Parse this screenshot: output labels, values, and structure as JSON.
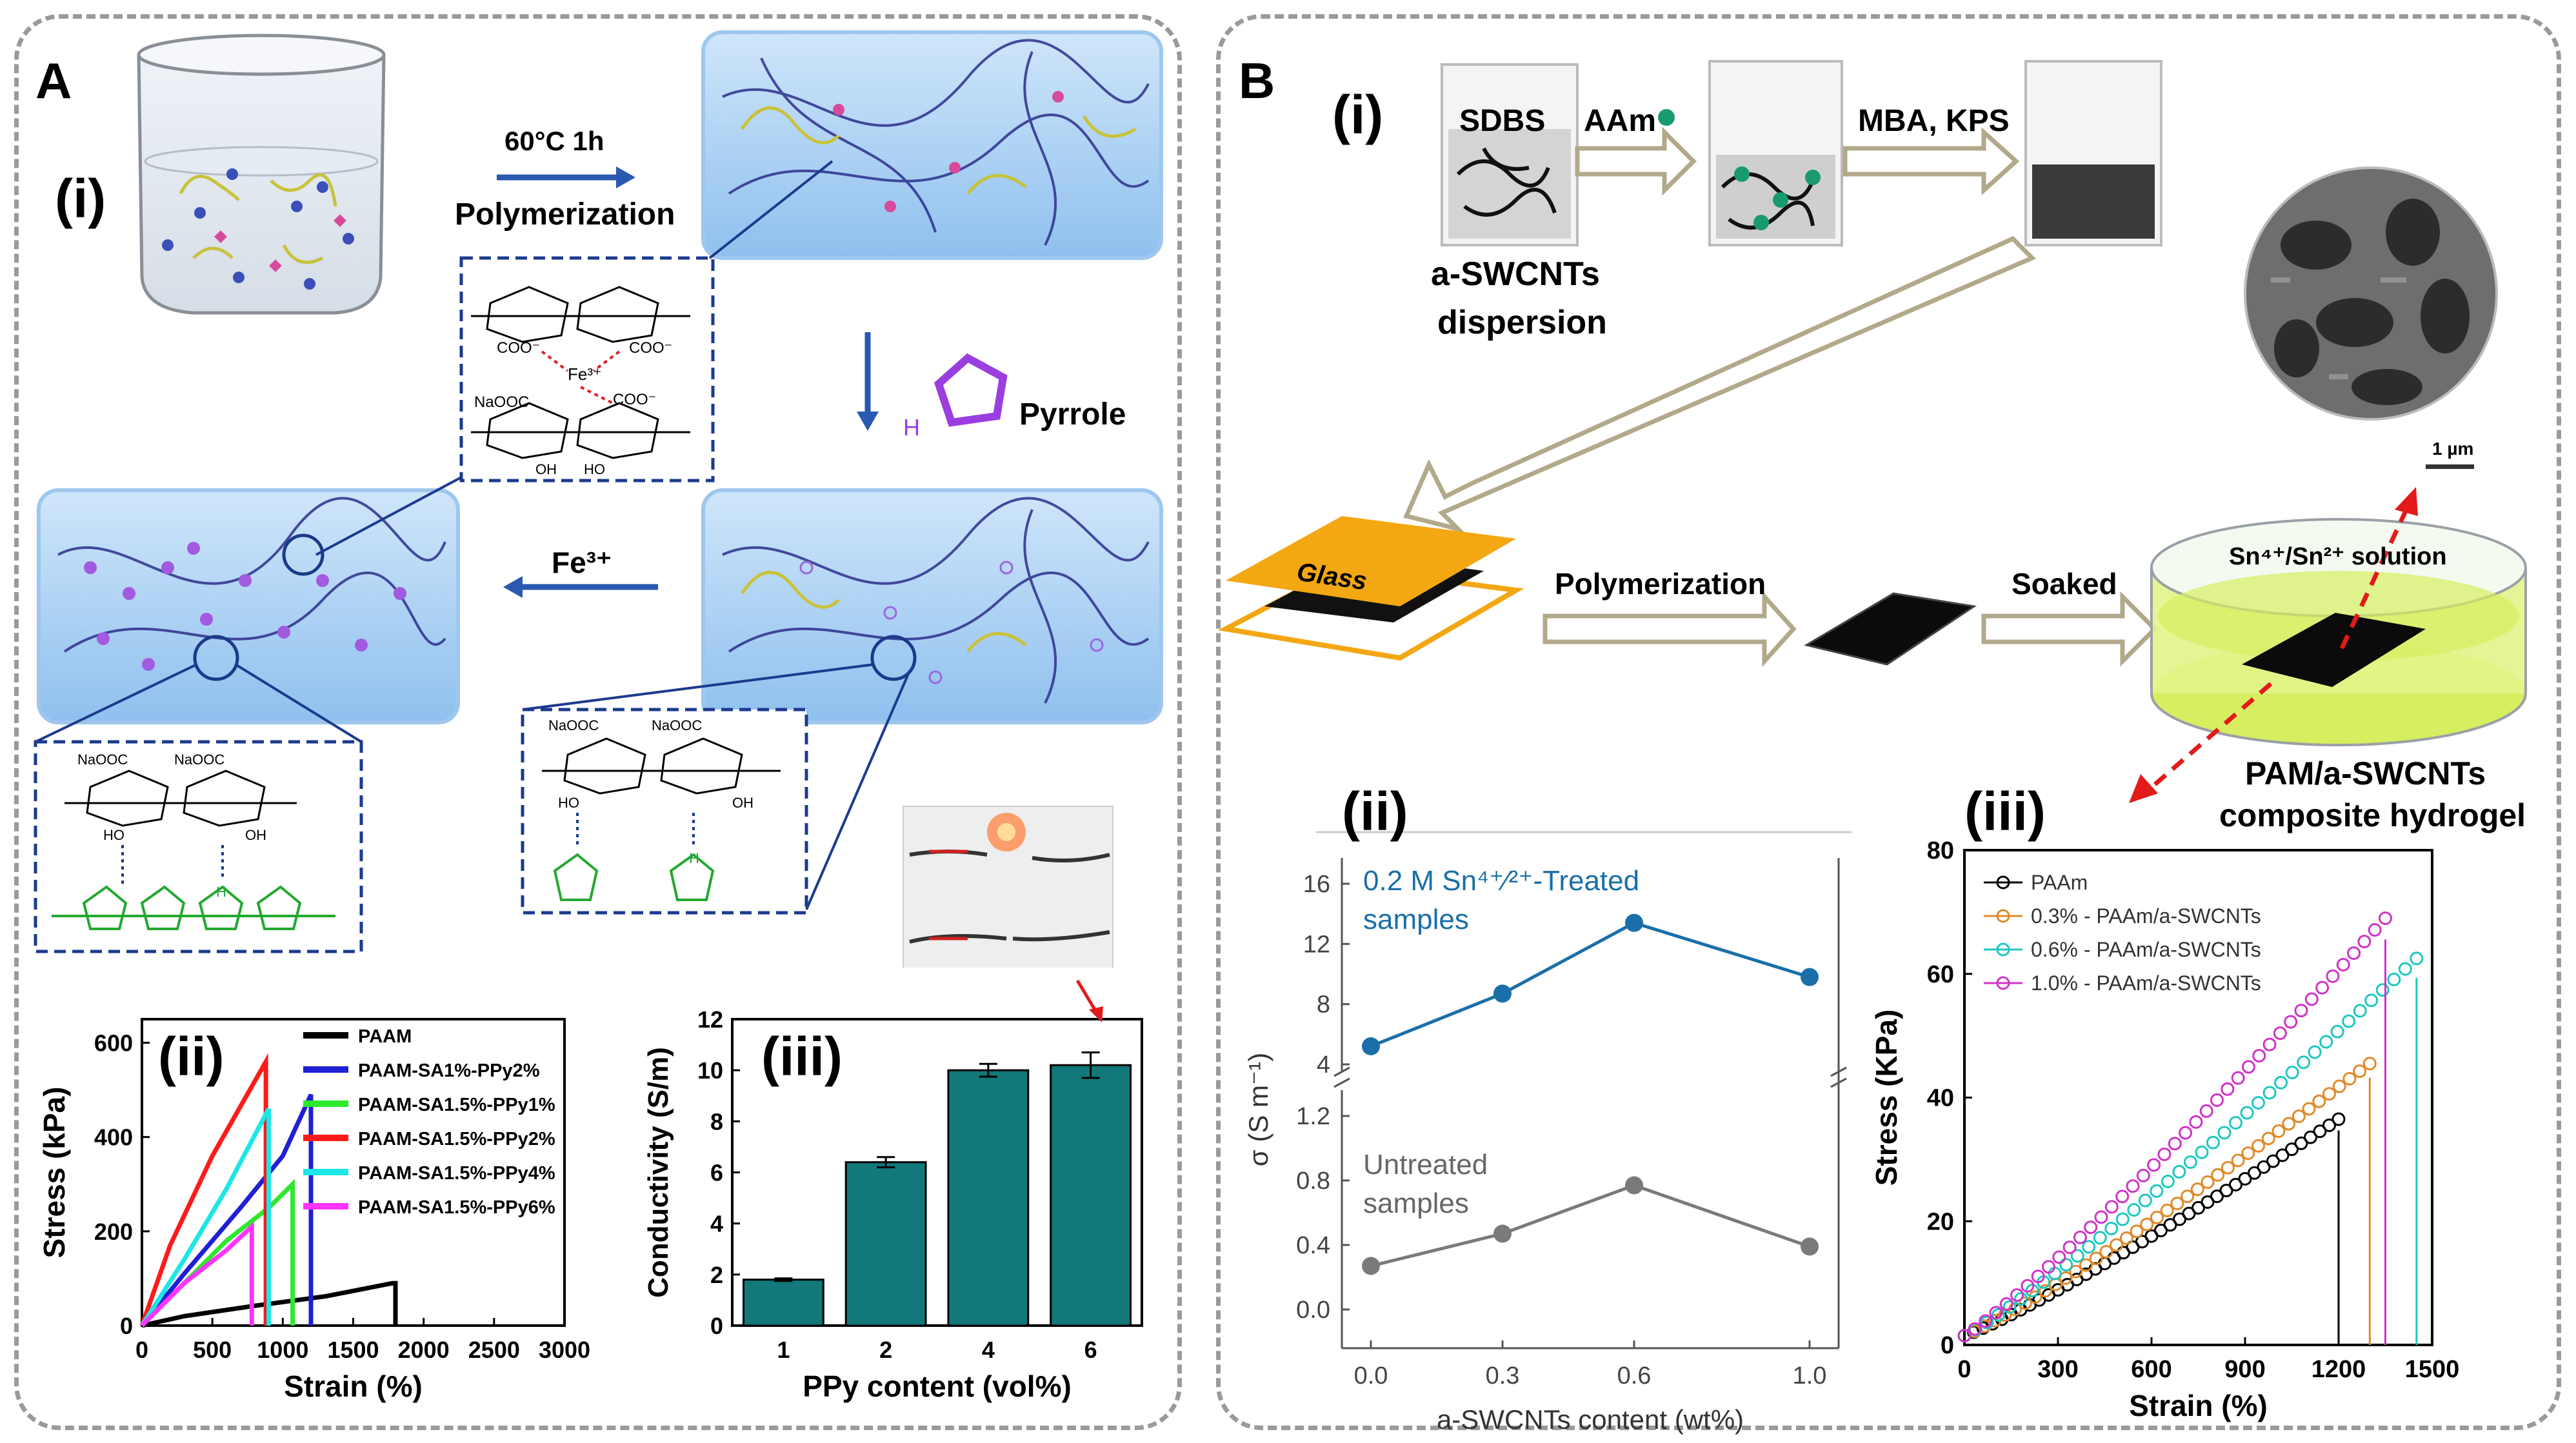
{
  "panel_a": {
    "label": "A",
    "sub_i": "(i)",
    "sub_ii": "(ii)",
    "sub_iii": "(iii)",
    "step1_cond": "60°C  1h",
    "step1_name": "Polymerization",
    "pyrrole": "Pyrrole",
    "fe": "Fe³⁺",
    "chem_top": {
      "coo1": "COO⁻",
      "coo2": "COO⁻",
      "coo3": "COO⁻",
      "fe": "Fe³⁺",
      "naooc": "NaOOC",
      "oh": "OH",
      "ho": "HO"
    },
    "chem_left": {
      "naooc1": "NaOOC",
      "naooc2": "NaOOC",
      "oh": "OH",
      "ho": "HO",
      "h": "H"
    },
    "chem_right": {
      "naooc1": "NaOOC",
      "naooc2": "NaOOC",
      "oh": "OH",
      "ho": "HO",
      "h": "H"
    }
  },
  "panel_b": {
    "label": "B",
    "sub_i": "(i)",
    "sub_ii": "(ii)",
    "sub_iii": "(iii)",
    "sdbs": "SDBS",
    "aam": "AAm",
    "mba_kps": "MBA, KPS",
    "dispersion_l1": "a-SWCNTs",
    "dispersion_l2": "dispersion",
    "glass": "Glass",
    "polymerization": "Polymerization",
    "soaked": "Soaked",
    "solution": "Sn⁴⁺/Sn²⁺ solution",
    "scale": "1 µm",
    "product_l1": "PAM/a-SWCNTs",
    "product_l2": "composite hydrogel"
  },
  "chart_data": [
    {
      "id": "A-ii",
      "type": "line",
      "xlabel": "Strain (%)",
      "ylabel": "Stress (kPa)",
      "xlim": [
        0,
        3000
      ],
      "ylim": [
        0,
        650
      ],
      "xticks": [
        0,
        500,
        1000,
        1500,
        2000,
        2500,
        3000
      ],
      "yticks": [
        0,
        200,
        400,
        600
      ],
      "legend_position": "top-right",
      "series": [
        {
          "name": "PAAM",
          "color": "#000000",
          "x": [
            0,
            300,
            800,
            1300,
            1780,
            1800,
            1800
          ],
          "y": [
            0,
            20,
            42,
            62,
            90,
            90,
            0
          ]
        },
        {
          "name": "PAAM-SA1%-PPy2%",
          "color": "#1f1fd6",
          "x": [
            0,
            300,
            700,
            1000,
            1200,
            1200
          ],
          "y": [
            0,
            110,
            250,
            360,
            490,
            0
          ]
        },
        {
          "name": "PAAM-SA1.5%-PPy1%",
          "color": "#2ee82e",
          "x": [
            0,
            300,
            600,
            900,
            1070,
            1070
          ],
          "y": [
            0,
            90,
            180,
            250,
            300,
            0
          ]
        },
        {
          "name": "PAAM-SA1.5%-PPy2%",
          "color": "#ff1a1a",
          "x": [
            0,
            200,
            500,
            880,
            880
          ],
          "y": [
            0,
            170,
            360,
            560,
            0
          ]
        },
        {
          "name": "PAAM-SA1.5%-PPy4%",
          "color": "#1ce6e6",
          "x": [
            0,
            300,
            600,
            900,
            900
          ],
          "y": [
            0,
            140,
            290,
            460,
            0
          ]
        },
        {
          "name": "PAAM-SA1.5%-PPy6%",
          "color": "#ff33ff",
          "x": [
            0,
            300,
            600,
            780,
            780
          ],
          "y": [
            0,
            90,
            160,
            210,
            0
          ]
        }
      ]
    },
    {
      "id": "A-iii",
      "type": "bar",
      "xlabel": "PPy content (vol%)",
      "ylabel": "Conductivity (S/m)",
      "ylim": [
        0,
        12
      ],
      "yticks": [
        0,
        2,
        4,
        6,
        8,
        10,
        12
      ],
      "categories": [
        "1",
        "2",
        "4",
        "6"
      ],
      "values": [
        1.8,
        6.4,
        10.0,
        10.2
      ],
      "errors": [
        0.05,
        0.2,
        0.25,
        0.5
      ],
      "bar_color": "#12787a"
    },
    {
      "id": "B-ii",
      "type": "line",
      "xlabel": "a-SWCNTs content (wt%)",
      "ylabel": "σ (S m⁻¹)",
      "xticks": [
        "0.0",
        "0.3",
        "0.6",
        "1.0"
      ],
      "x": [
        0.0,
        0.3,
        0.6,
        1.0
      ],
      "broken_y_axis": true,
      "upper_yticks": [
        4,
        8,
        12,
        16
      ],
      "lower_yticks": [
        "0.0",
        "0.4",
        "0.8",
        "1.2"
      ],
      "series": [
        {
          "label_l1": "0.2 M Sn⁴⁺⁄²⁺-Treated",
          "label_l2": "samples",
          "color": "#1a6fa8",
          "values": [
            5.2,
            8.7,
            13.4,
            9.8
          ]
        },
        {
          "label_l1": "Untreated",
          "label_l2": "samples",
          "color": "#7a7a7a",
          "values": [
            0.27,
            0.47,
            0.77,
            0.39
          ]
        }
      ]
    },
    {
      "id": "B-iii",
      "type": "scatter",
      "xlabel": "Strain (%)",
      "ylabel": "Stress (KPa)",
      "xlim": [
        0,
        1500
      ],
      "ylim": [
        0,
        80
      ],
      "xticks": [
        0,
        300,
        600,
        900,
        1200,
        1500
      ],
      "yticks": [
        0,
        20,
        40,
        60,
        80
      ],
      "legend_position": "top-left",
      "series": [
        {
          "name": "PAAm",
          "color": "#000000",
          "break_x": 1200,
          "max_y": 36.5
        },
        {
          "name": "0.3% - PAAm/a-SWCNTs",
          "color": "#e08a2c",
          "break_x": 1300,
          "max_y": 45.5
        },
        {
          "name": "0.6% - PAAm/a-SWCNTs",
          "color": "#1ec7c0",
          "break_x": 1450,
          "max_y": 62.5
        },
        {
          "name": "1.0% - PAAm/a-SWCNTs",
          "color": "#d033c8",
          "break_x": 1350,
          "max_y": 69
        }
      ]
    }
  ]
}
